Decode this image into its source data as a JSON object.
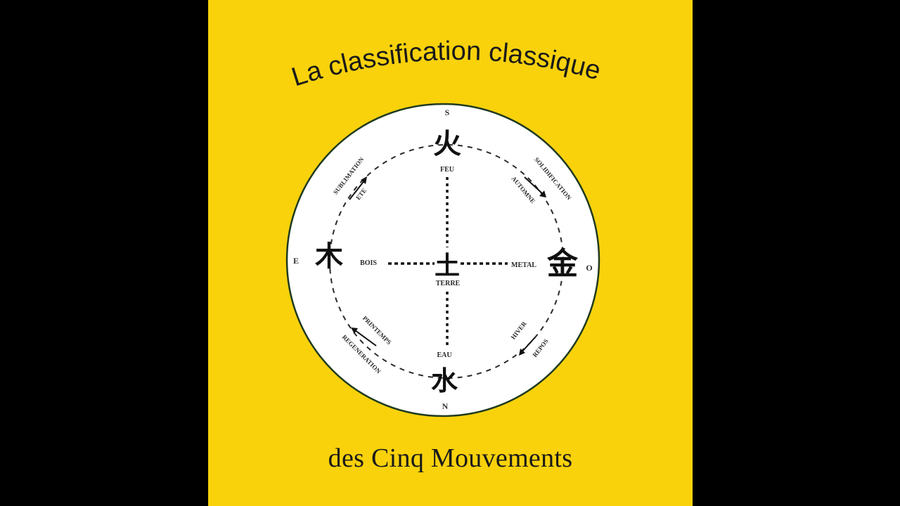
{
  "title": "La classification classique",
  "subtitle": "des Cinq Mouvements",
  "colors": {
    "background": "#000000",
    "panel": "#f9d20c",
    "circle_fill": "#ffffff",
    "circle_border": "#1f3a1f",
    "ink": "#1a1a1a"
  },
  "compass": {
    "south": "S",
    "north": "N",
    "east": "E",
    "west": "O"
  },
  "elements": {
    "fire": {
      "label": "FEU",
      "glyph": "火",
      "icon": "fire-character-icon"
    },
    "wood": {
      "label": "BOIS",
      "glyph": "木",
      "icon": "wood-character-icon"
    },
    "earth": {
      "label": "TERRE",
      "glyph": "土",
      "icon": "earth-character-icon"
    },
    "metal": {
      "label": "METAL",
      "glyph": "金",
      "icon": "metal-character-icon"
    },
    "water": {
      "label": "EAU",
      "glyph": "水",
      "icon": "water-character-icon"
    }
  },
  "transitions": {
    "top_left": {
      "outer": "SUBLIMATION",
      "inner": "ETE"
    },
    "top_right": {
      "outer": "SOLIDIFICATION",
      "inner": "AUTOMNE"
    },
    "bottom_left": {
      "outer": "REGENERATION",
      "inner": "PRINTEMPS"
    },
    "bottom_right": {
      "outer": "REPOS",
      "inner": "HIVER"
    }
  }
}
